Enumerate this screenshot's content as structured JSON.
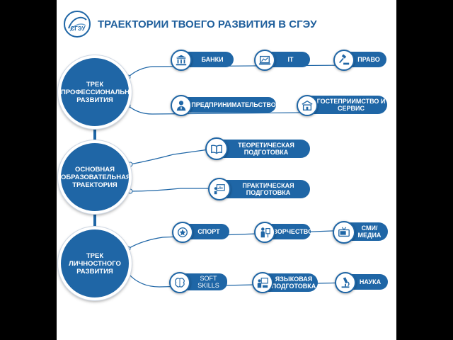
{
  "header": {
    "title": "ТРАЕКТОРИИ ТВОЕГО РАЗВИТИЯ В СГЭУ",
    "logo_text": "СГЭУ"
  },
  "tracks": [
    {
      "label": "ТРЕК ПРОФЕССИОНАЛЬНОГО РАЗВИТИЯ"
    },
    {
      "label": "ОСНОВНАЯ ОБРАЗОВАТЕЛЬНАЯ ТРАЕКТОРИЯ"
    },
    {
      "label": "ТРЕК ЛИЧНОСТНОГО РАЗВИТИЯ"
    }
  ],
  "items": {
    "banks": "БАНКИ",
    "it": "IT",
    "law": "ПРАВО",
    "entrepreneurship": "ПРЕДПРИНИМАТЕЛЬСТВО",
    "hospitality": "ГОСТЕПРИИМСТВО И СЕРВИС",
    "theory": "ТЕОРЕТИЧЕСКАЯ ПОДГОТОВКА",
    "practice": "ПРАКТИЧЕСКАЯ ПОДГОТОВКА",
    "sport": "СПОРТ",
    "creativity": "ТВОРЧЕСТВО",
    "media": "СМИ/ МЕДИА",
    "soft_skills": "SOFT SKILLS",
    "language": "ЯЗЫКОВАЯ ПОДГОТОВКА",
    "science": "НАУКА"
  },
  "colors": {
    "primary": "#1f66a6",
    "title": "#1f5f9c",
    "frame": "#000000",
    "background": "#ffffff"
  }
}
